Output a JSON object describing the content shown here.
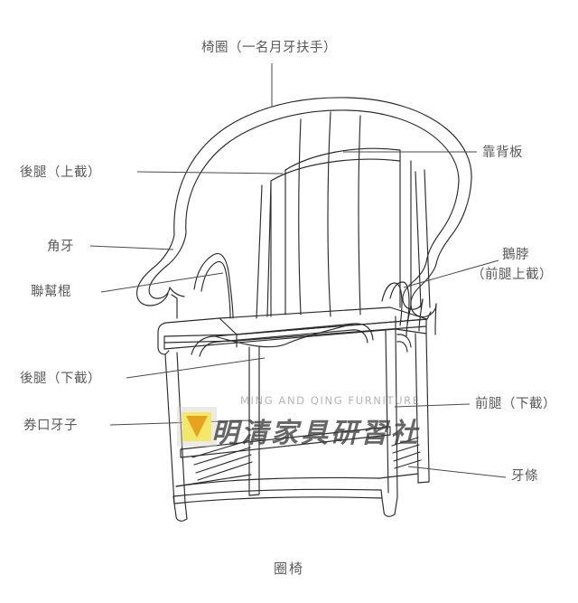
{
  "page": {
    "background_color": "#ffffff",
    "line_color": "#2b2b2b",
    "text_color": "#5a5a5a",
    "caption": "圈椅"
  },
  "title_label": {
    "text": "椅圈（一名月牙扶手）"
  },
  "labels_left": [
    {
      "name": "back-leg-upper",
      "text": "後腿（上截）"
    },
    {
      "name": "corner-spandrel",
      "text": "角牙"
    },
    {
      "name": "side-post",
      "text": "聯幫棍"
    },
    {
      "name": "back-leg-lower",
      "text": "後腿（下截）"
    },
    {
      "name": "apron-spandrel",
      "text": "券口牙子"
    }
  ],
  "labels_right": [
    {
      "name": "backsplat",
      "text": "靠背板",
      "line2": ""
    },
    {
      "name": "goose-neck",
      "text": "鵝脖",
      "line2": "（前腿上截）"
    },
    {
      "name": "front-leg-lower",
      "text": "前腿（下截）",
      "line2": ""
    },
    {
      "name": "apron-strip",
      "text": "牙條",
      "line2": ""
    }
  ],
  "watermark": {
    "english": "MING AND QING FURNITURE",
    "chinese": "明清家具研習社",
    "logo_square_color": "#f2e96b",
    "logo_triangle_color": "#e8a21c"
  }
}
